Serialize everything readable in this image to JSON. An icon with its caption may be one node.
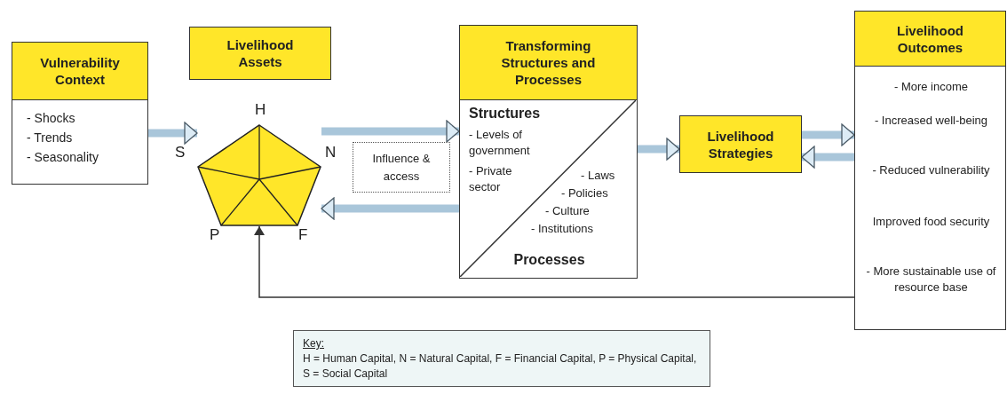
{
  "diagram": {
    "nodes": [
      {
        "text": [
          "Vulnerability Context",
          "- Shocks",
          "- Trends",
          "- Seasonality"
        ]
      },
      {
        "text": [
          "Livelihood Assets"
        ]
      },
      {
        "text": [],
        "shape": "pentagon",
        "beside": [
          "H",
          "S",
          "N",
          "P",
          "F"
        ]
      },
      {
        "text": [
          "Influence & access"
        ]
      },
      {
        "text": [
          "Transforming Structures and Processes",
          "Structures",
          "- Levels of government",
          "- Private sector",
          "- Laws",
          "- Policies",
          "- Culture",
          "- Institutions",
          "Processes"
        ]
      },
      {
        "text": [
          "Livelihood Strategies"
        ]
      },
      {
        "text": [
          "Livelihood Outcomes",
          "- More income",
          "- Increased well-being",
          "- Reduced vulnerability",
          "Improved food security",
          "- More sustainable use of resource base"
        ]
      }
    ],
    "edges": [
      {
        "from": 0,
        "to": 2,
        "arrow": "to"
      },
      {
        "from": 2,
        "to": 4,
        "arrow": "to"
      },
      {
        "from": 4,
        "to": 2,
        "arrow": "to"
      },
      {
        "from": 4,
        "to": 5,
        "arrow": "to"
      },
      {
        "from": 5,
        "to": 6,
        "arrow": "to"
      },
      {
        "from": 6,
        "to": 5,
        "arrow": "to"
      },
      {
        "from": 6,
        "to": 2,
        "arrow": "to",
        "color": "#333333"
      }
    ],
    "labels": [
      "Key:",
      "H = Human Capital, N = Natural Capital, F = Financial Capital, P = Physical Capital, S = Social Capital"
    ]
  }
}
